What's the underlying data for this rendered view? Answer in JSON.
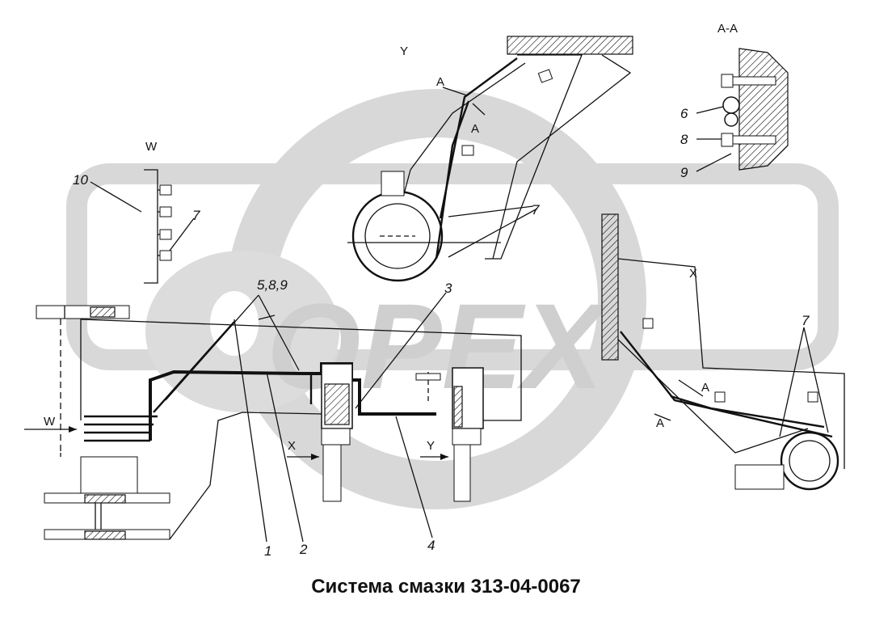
{
  "caption": "Система смазки 313-04-0067",
  "watermark": {
    "text": "OPEX",
    "color": "#d4d4d4"
  },
  "views": {
    "w": "W",
    "y": "Y",
    "x": "X",
    "section": "A-A",
    "cut_a": "A",
    "arrow_w": "W",
    "arrow_x": "X",
    "arrow_y": "Y"
  },
  "callouts": {
    "p1": "1",
    "p2": "2",
    "p3": "3",
    "p4": "4",
    "p589": "5,8,9",
    "p6": "6",
    "p7_w": "7",
    "p7_y": "7",
    "p7_x": "7",
    "p8": "8",
    "p9": "9",
    "p10": "10"
  }
}
